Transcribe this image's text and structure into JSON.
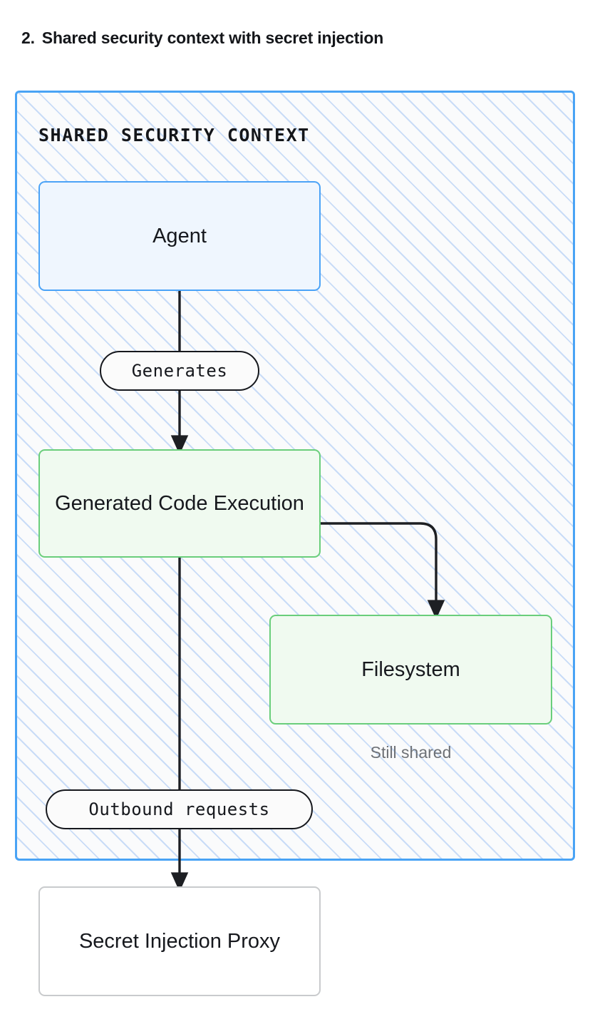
{
  "title": {
    "number": "2.",
    "text": "Shared security context with secret injection"
  },
  "container": {
    "label": "SHARED SECURITY CONTEXT",
    "border_color": "#49a3f5",
    "hatch_color": "#c9dcf7",
    "background_color": "#fafbfc"
  },
  "nodes": [
    {
      "id": "agent",
      "label": "Agent",
      "border_color": "#4ba3f7",
      "fill_color": "#eff6fe"
    },
    {
      "id": "code-execution",
      "label": "Generated Code Execution",
      "border_color": "#6ace7b",
      "fill_color": "#f0faf0"
    },
    {
      "id": "filesystem",
      "label": "Filesystem",
      "border_color": "#6ace7b",
      "fill_color": "#f0faf0"
    },
    {
      "id": "secret-injection-proxy",
      "label": "Secret Injection Proxy",
      "border_color": "#c9cbcd",
      "fill_color": "#ffffff"
    }
  ],
  "edge_labels": {
    "generates": "Generates",
    "outbound": "Outbound requests"
  },
  "captions": {
    "still_shared": "Still shared"
  },
  "edge_color": "#1d1f23"
}
